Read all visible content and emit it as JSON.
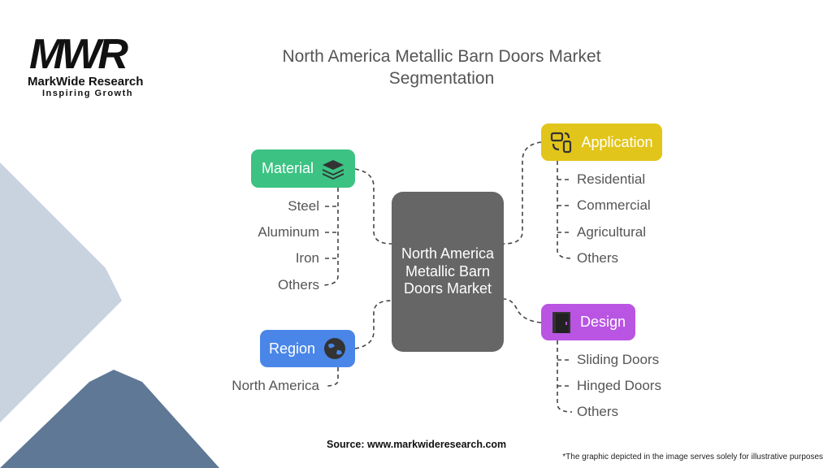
{
  "logo": {
    "brand": "MarkWide Research",
    "tagline": "Inspiring Growth",
    "mark": "MWR"
  },
  "title": {
    "line1": "North America Metallic Barn Doors Market",
    "line2": "Segmentation"
  },
  "center": {
    "label": "North America Metallic Barn Doors Market"
  },
  "segments": {
    "material": {
      "label": "Material",
      "color": "#3cc283",
      "icon": "layers-icon",
      "items": [
        "Steel",
        "Aluminum",
        "Iron",
        "Others"
      ]
    },
    "region": {
      "label": "Region",
      "color": "#4a86e8",
      "icon": "globe-icon",
      "items": [
        "North America"
      ]
    },
    "application": {
      "label": "Application",
      "color": "#e2c51a",
      "icon": "devices-icon",
      "items": [
        "Residential",
        "Commercial",
        "Agricultural",
        "Others"
      ]
    },
    "design": {
      "label": "Design",
      "color": "#b955e2",
      "icon": "door-icon",
      "items": [
        "Sliding Doors",
        "Hinged Doors",
        "Others"
      ]
    }
  },
  "footer": {
    "source": "Source: www.markwideresearch.com",
    "disclaimer": "*The graphic depicted in the image serves solely for illustrative purposes"
  }
}
